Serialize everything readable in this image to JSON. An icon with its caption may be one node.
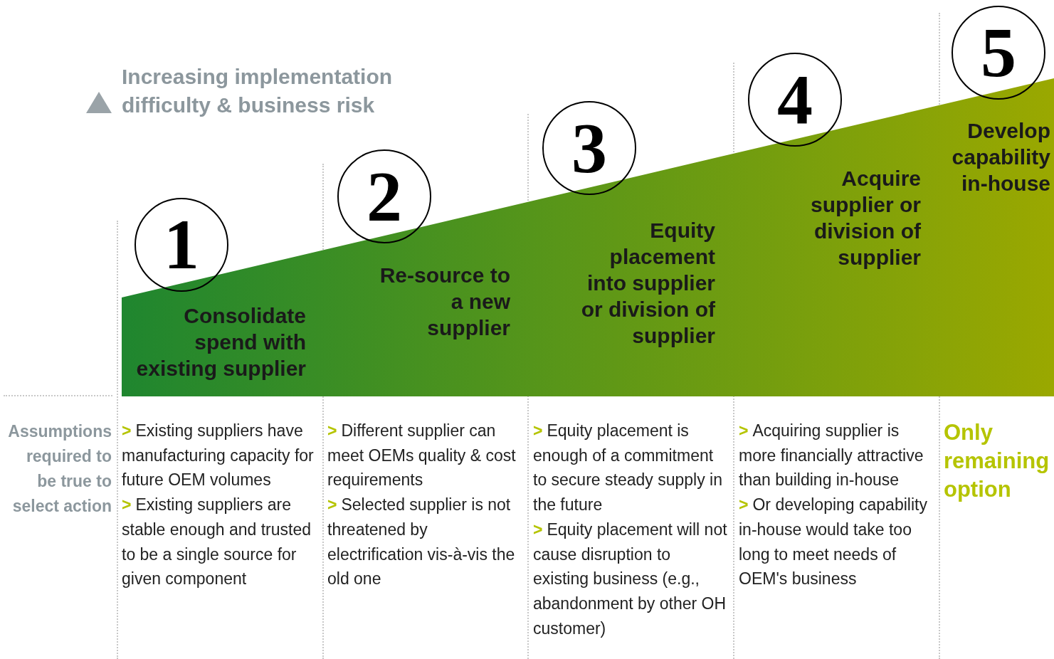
{
  "diagram": {
    "nodes": [
      {
        "text": [
          "Consolidate spend with existing supplier",
          "Re-source to a new supplier",
          "Equity placement into supplier or division of supplier",
          "Acquire supplier or division of supplier",
          "Develop capability in-house"
        ]
      },
      {
        "text": [
          "1"
        ]
      },
      {
        "text": [
          "2"
        ]
      },
      {
        "text": [
          "3"
        ]
      },
      {
        "text": [
          "4"
        ]
      },
      {
        "text": [
          "5"
        ]
      }
    ],
    "edges": [],
    "labels": [
      "Increasing implementation difficulty & business risk",
      "Assumptions required to be true to select action",
      ">",
      "Existing suppliers have manufacturing capacity for future OEM volumes",
      ">",
      "Existing suppliers are stable enough and trusted to be a single source for given component",
      ">",
      "Different supplier can meet OEMs quality & cost requirements",
      ">",
      "Selected supplier is not threatened by electrification vis-à-vis the old one",
      ">",
      "Equity placement is enough of a commitment to secure steady supply in the future",
      ">",
      "Equity placement will not cause disruption to existing business (e.g., abandonment by other OH customer)",
      ">",
      "Acquiring supplier is more financially attractive than building in-house",
      ">",
      "Or developing capability in-house would take too long to meet needs of OEM's business",
      "Only remaining option"
    ]
  }
}
